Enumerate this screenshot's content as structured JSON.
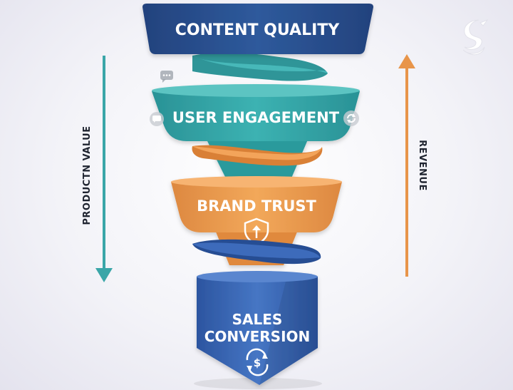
{
  "funnel": {
    "stages": [
      {
        "label": "CONTENT QUALITY",
        "color": "#2a5290"
      },
      {
        "label": "USER ENGAGEMENT",
        "color": "#2fa3a6"
      },
      {
        "label": "BRAND TRUST",
        "color": "#e8954a"
      },
      {
        "label_line1": "SALES",
        "label_line2": "CONVERSION",
        "color": "#3a68b4"
      }
    ],
    "ribbons": [
      {
        "color": "#3aa6a8"
      },
      {
        "color": "#e08a3e"
      },
      {
        "color": "#2d58a3"
      }
    ]
  },
  "axes": {
    "left": {
      "label": "PRODUCTN VALUE",
      "direction": "down",
      "color": "#3aa6a8"
    },
    "right": {
      "label": "REVENUE",
      "direction": "up",
      "color": "#e8954a"
    }
  },
  "icons": {
    "chat": "chat-bubble-icon",
    "refresh": "refresh-icon",
    "shield": "shield-arrow-icon",
    "dollar": "dollar-cycle-icon",
    "logo": "brand-logo-icon"
  }
}
